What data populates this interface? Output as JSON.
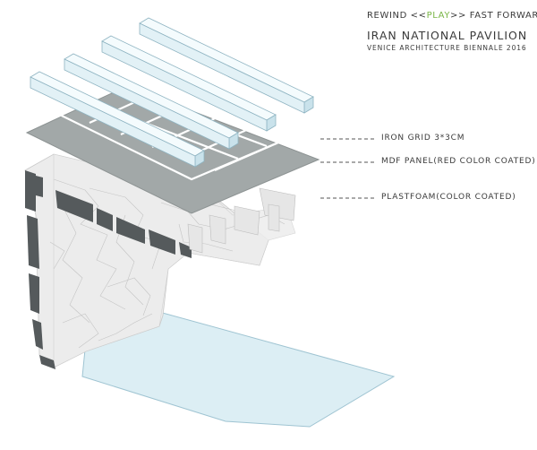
{
  "title": {
    "prefix": "REWIND <<",
    "highlight": "PLAY",
    "suffix": ">> FAST FORWARD",
    "name": "IRAN NATIONAL PAVILION",
    "subtitle": "VENICE ARCHITECTURE BIENNALE 2016"
  },
  "colors": {
    "accent": "#7ab648",
    "beam": "#e2f1f6",
    "beam_stroke": "#8fb4c2",
    "panel": "#a2a8a8",
    "base": "#dceef4",
    "foam": "#ececec",
    "dark_edge": "#555a5c"
  },
  "layers": [
    {
      "label": "IRON GRID 3*3CM"
    },
    {
      "label": "MDF PANEL(RED COLOR COATED)"
    },
    {
      "label": "PLASTFOAM(COLOR COATED)"
    }
  ]
}
